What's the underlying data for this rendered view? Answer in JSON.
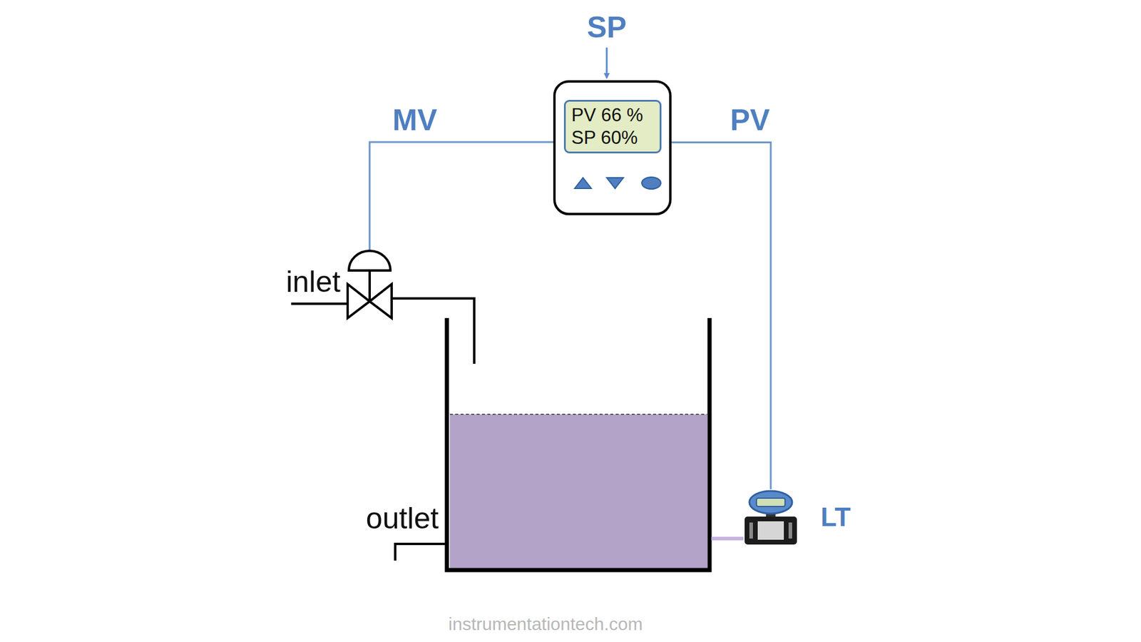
{
  "diagram": {
    "nodes": [
      {
        "text": [
          "PV 66 %",
          "SP 60%"
        ]
      },
      {
        "text": [
          "LT"
        ]
      }
    ],
    "edges": [
      {
        "from": 1,
        "to": 0,
        "arrow": "none",
        "label": "PV"
      }
    ],
    "labels": [
      "SP",
      "MV",
      "inlet",
      "outlet",
      "instrumentationtech.com"
    ]
  }
}
